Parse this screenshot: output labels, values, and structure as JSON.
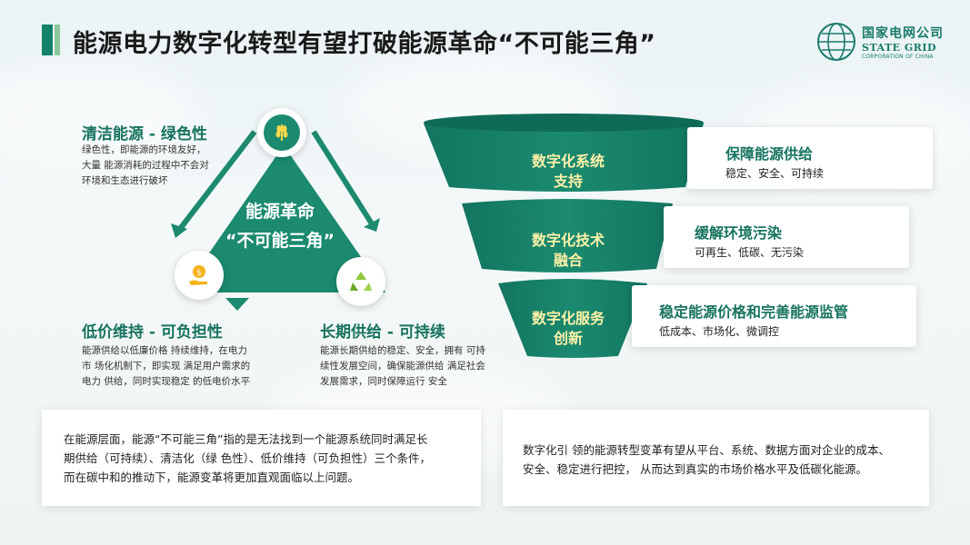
{
  "header": {
    "title": "能源电力数字化转型有望打破能源革命“不可能三角”",
    "logo_cn": "国家电网公司",
    "logo_en": "STATE GRID",
    "logo_sub": "CORPORATION OF CHINA"
  },
  "triangle": {
    "center_line1": "能源革命",
    "center_line2": "“不可能三角”",
    "sections": [
      {
        "title": "清洁能源 - 绿色性",
        "lines": [
          "绿色性，即能源的环境友好，",
          "大量 能源消耗的过程中不会对",
          "环境和生态进行破坏"
        ],
        "icon": "wheat-icon"
      },
      {
        "title": "低价维持 - 可负担性",
        "lines": [
          "能源供给以低廉价格 持续维持，在电力",
          "市 场化机制下，即实现 满足用户需求的",
          "电力 供给，同时实现稳定 的低电价水平"
        ],
        "icon": "coin-hand-icon"
      },
      {
        "title": "长期供给 - 可持续",
        "lines": [
          "能源长期供给的稳定、安全，拥有 可持",
          "续性发展空间，确保能源供给 满足社会",
          "发展需求，同时保障运行 安全"
        ],
        "icon": "recycle-icon"
      }
    ]
  },
  "funnel": [
    {
      "label_line1": "数字化系统",
      "label_line2": "支持",
      "title": "保障能源供给",
      "sub": "稳定、安全、可持续"
    },
    {
      "label_line1": "数字化技术",
      "label_line2": "融合",
      "title": "缓解环境污染",
      "sub": "可再生、低碳、无污染"
    },
    {
      "label_line1": "数字化服务",
      "label_line2": "创新",
      "title": "稳定能源价格和完善能源监管",
      "sub": "低成本、市场化、微调控"
    }
  ],
  "bottom": {
    "left_lines": [
      "在能源层面，能源“不可能三角”指的是无法找到一个能源系统同时满足长",
      "期供给（可持续）、清洁化（绿 色性）、低价维持（可负担性）三个条件，",
      "而在碳中和的推动下，能源变革将更加直观面临以上问题。"
    ],
    "right_lines": [
      "数字化引 领的能源转型变革有望从平台、系统、数据方面对企业的成本、",
      "安全、稳定进行把控， 从而达到真实的市场价格水平及低碳化能源。"
    ]
  },
  "colors": {
    "primary": "#1b8a6f",
    "dark": "#17735f",
    "accent_text": "#fff2a8"
  }
}
